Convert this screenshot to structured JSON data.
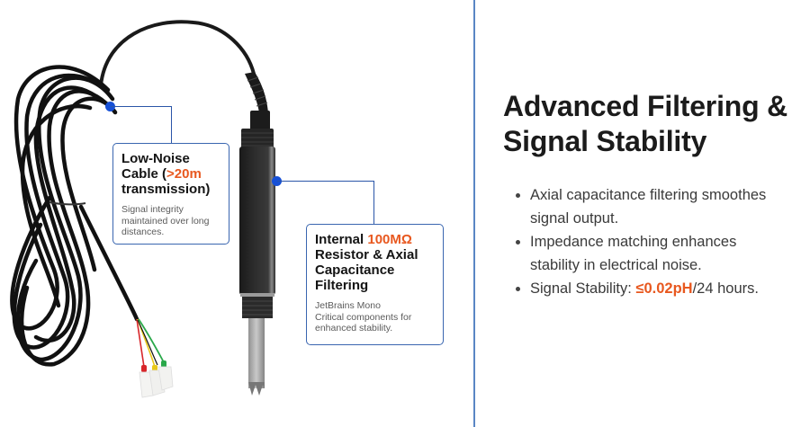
{
  "colors": {
    "accent": "#e8581f",
    "connector": "#2a55a8",
    "dot": "#1650d6",
    "divider": "#5a86c4",
    "heading": "#1b1b1b",
    "body_text": "#3a3a3a"
  },
  "product": {
    "description": "pH sensor probe with coiled black cable and colored wire leads (red, yellow, green)",
    "wire_colors": [
      "#d8262a",
      "#e8c81a",
      "#2aa84a"
    ]
  },
  "callouts": [
    {
      "title_pre": "Low-Noise Cable (",
      "title_accent": ">20m",
      "title_post": " transmission)",
      "description": "Signal integrity maintained over long distances."
    },
    {
      "title_pre": "Internal ",
      "title_accent": "100MΩ",
      "title_post": " Resistor & Axial Capacitance Filtering",
      "description_line1": "JetBrains Mono",
      "description_line2": "Critical components for enhanced stability."
    }
  ],
  "main": {
    "heading": "Advanced Filtering & Signal Stability",
    "bullets": [
      {
        "text": "Axial capacitance filtering smoothes signal output."
      },
      {
        "text": "Impedance matching enhances stability in electrical noise."
      },
      {
        "text_pre": "Signal Stability: ",
        "text_accent": "≤0.02pH",
        "text_post": "/24 hours."
      }
    ]
  }
}
